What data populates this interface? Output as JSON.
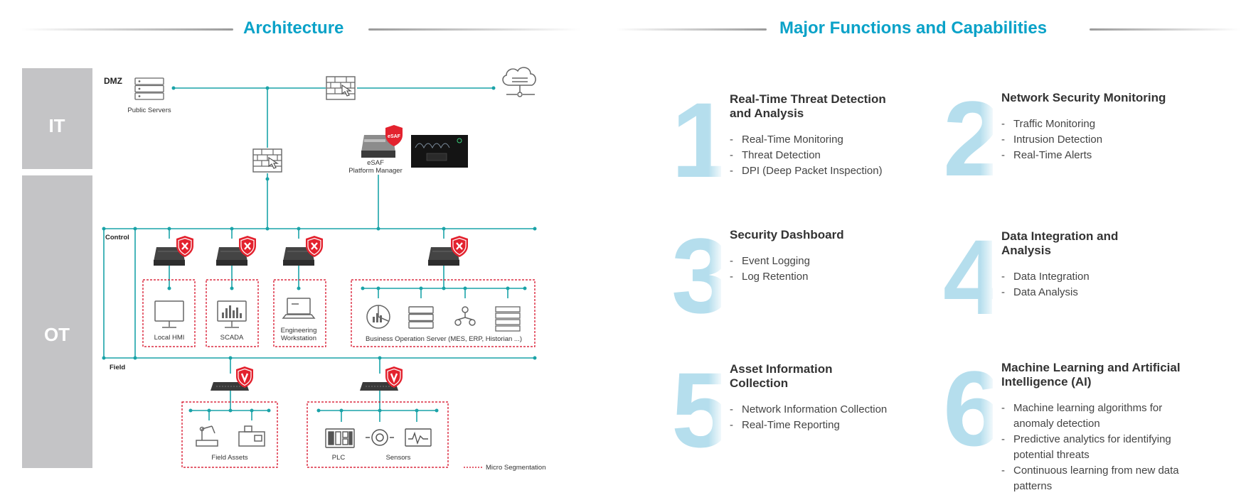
{
  "architecture": {
    "title": "Architecture",
    "zones": {
      "it": "IT",
      "ot": "OT"
    },
    "layers": {
      "dmz": "DMZ",
      "control": "Control",
      "field": "Field"
    },
    "labels": {
      "public_servers": "Public Servers",
      "esaf_line1": "eSAF",
      "esaf_line2": "Platform Manager",
      "local_hmi": "Local HMI",
      "scada": "SCADA",
      "eng_line1": "Engineering",
      "eng_line2": "Workstation",
      "business_server": "Business Operation Server (MES, ERP, Historian ...)",
      "field_assets": "Field Assets",
      "plc": "PLC",
      "sensors": "Sensors",
      "micro_segmentation": "Micro Segmentation"
    },
    "colors": {
      "line": "#1aa3a8",
      "zone": "#c4c4c6",
      "seg": "#d4001a",
      "shield": "#e3222e"
    }
  },
  "functions": {
    "title": "Major Functions and Capabilities",
    "items": [
      {
        "num": "1",
        "title": "Real-Time Threat Detection and Analysis",
        "bullets": [
          "Real-Time Monitoring",
          "Threat Detection",
          "DPI (Deep Packet Inspection)"
        ]
      },
      {
        "num": "2",
        "title": "Network Security Monitoring",
        "bullets": [
          "Traffic Monitoring",
          "Intrusion Detection",
          "Real-Time Alerts"
        ]
      },
      {
        "num": "3",
        "title": "Security Dashboard",
        "bullets": [
          "Event Logging",
          "Log Retention"
        ]
      },
      {
        "num": "4",
        "title": "Data Integration and Analysis",
        "bullets": [
          "Data Integration",
          "Data Analysis"
        ]
      },
      {
        "num": "5",
        "title": "Asset Information Collection",
        "bullets": [
          "Network Information Collection",
          "Real-Time Reporting"
        ]
      },
      {
        "num": "6",
        "title": "Machine Learning and Artificial Intelligence (AI)",
        "bullets": [
          "Machine learning algorithms for anomaly detection",
          "Predictive analytics for identifying potential threats",
          "Continuous learning from new data patterns"
        ]
      }
    ]
  }
}
